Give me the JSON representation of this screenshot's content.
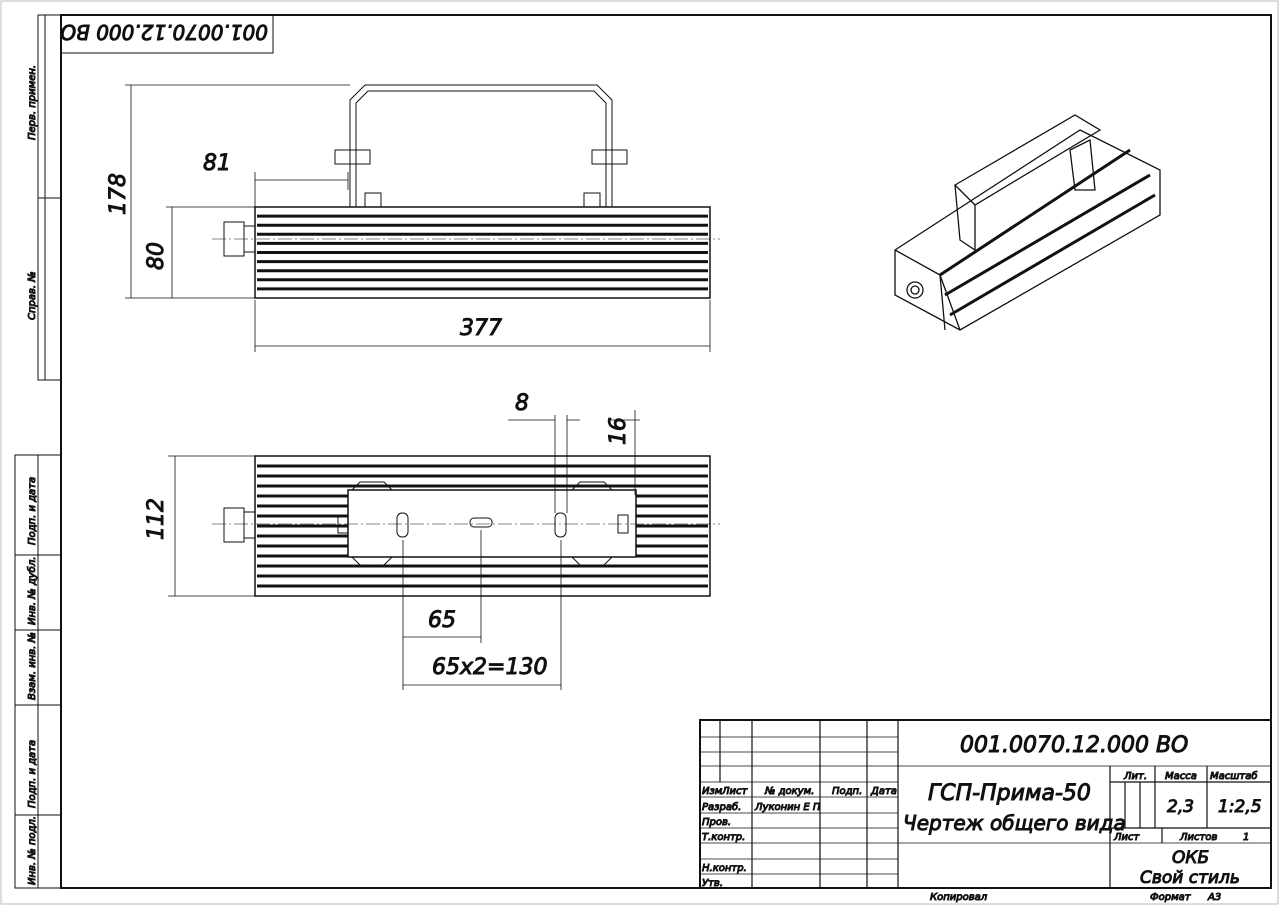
{
  "stamp_rotated": "001.0070.12.000 ВО",
  "side_strip": {
    "upper": [
      "Перв. примен.",
      "Справ. №"
    ],
    "lower": [
      "Подп. и дата",
      "Инв. № дубл.",
      "Взам. инв. №",
      "Подп. и дата",
      "Инв. № подл."
    ]
  },
  "dimensions": {
    "height_total": "178",
    "height_body": "80",
    "length": "377",
    "bracket_offset": "81",
    "slot_width": "8",
    "slot_length": "16",
    "width": "112",
    "hole_pitch": "65",
    "hole_pitch_total": "65x2=130"
  },
  "title_block": {
    "doc_number": "001.0070.12.000 ВО",
    "product_name": "ГСП-Прима-50",
    "doc_title": "Чертеж общего вида",
    "headers": {
      "izm": "Изм",
      "list": "Лист",
      "doc_no": "№ докум.",
      "sign": "Подп.",
      "date": "Дата"
    },
    "roles": {
      "developer": "Разраб.",
      "checker": "Пров.",
      "tech_control": "Т.контр.",
      "norm_control": "Н.контр.",
      "approved": "Утв."
    },
    "developer_name": "Луконин Е П",
    "lit_label": "Лит.",
    "mass_label": "Масса",
    "scale_label": "Масштаб",
    "mass": "2,3",
    "scale": "1:2,5",
    "sheet_label": "Лист",
    "sheets_label": "Листов",
    "sheets": "1",
    "org_line1": "ОКБ",
    "org_line2": "Свой стиль",
    "copied": "Копировал",
    "format_label": "Формат",
    "format": "А3"
  }
}
